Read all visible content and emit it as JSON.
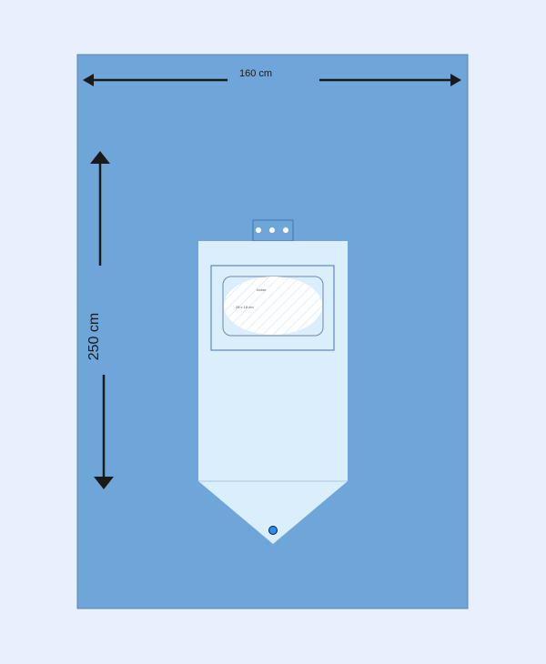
{
  "dimensions": {
    "width_label": "160 cm",
    "height_label": "250 cm"
  },
  "window": {
    "label": "Incise",
    "size_label": "28 x 18 cm"
  },
  "colors": {
    "sheet": "#6fa6da",
    "pouch": "#daeefb",
    "dot": "#1e90ff"
  }
}
